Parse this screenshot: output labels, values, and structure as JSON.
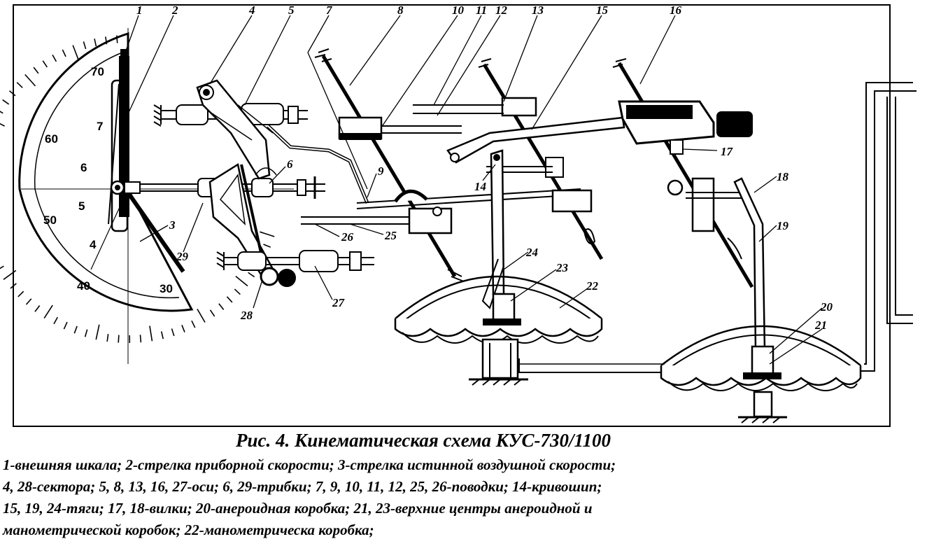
{
  "figure": {
    "title": "Рис. 4. Кинематическая схема КУС-730/1100",
    "legend_lines": [
      "1-внешняя шкала; 2-стрелка приборной скорости; 3-стрелка истинной воздушной скорости;",
      " 4, 28-сектора; 5, 8, 13, 16, 27-оси; 6, 29-трибки; 7, 9, 10, 11, 12, 25, 26-поводки; 14-кривошип;",
      "15, 19, 24-тяги; 17, 18-вилки; 20-анероидная коробка; 21, 23-верхние центры анероидной и",
      "манометрической коробок; 22-манометрическа коробка;"
    ]
  },
  "dial": {
    "scale_labels": [
      "70",
      "7",
      "60",
      "6",
      "5",
      "50",
      "4",
      "40",
      "30"
    ]
  },
  "callouts": [
    "1",
    "2",
    "3",
    "4",
    "5",
    "6",
    "7",
    "8",
    "9",
    "10",
    "11",
    "12",
    "13",
    "14",
    "15",
    "16",
    "17",
    "18",
    "19",
    "20",
    "21",
    "22",
    "23",
    "24",
    "25",
    "26",
    "27",
    "28",
    "29"
  ]
}
